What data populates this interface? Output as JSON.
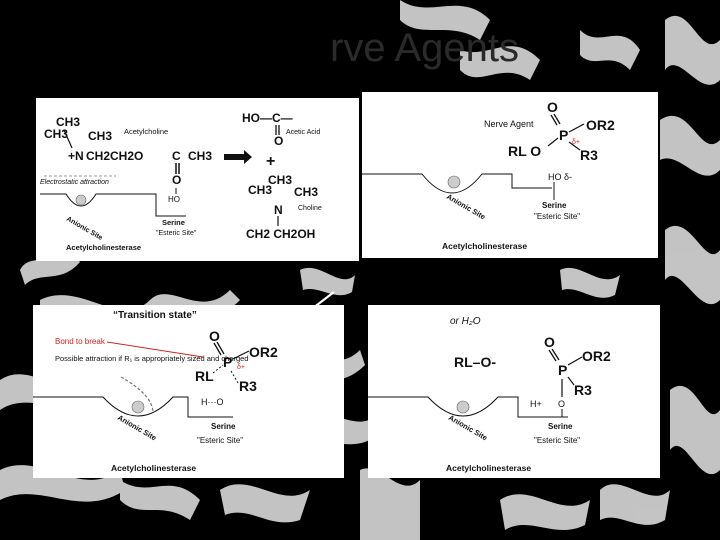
{
  "slide": {
    "title": "rve Agents"
  },
  "panel_tl": {
    "acetylcholine_label": "Acetylcholine",
    "acetic_acid_label": "Acetic Acid",
    "choline_label": "Choline",
    "electrostatic_label": "Electrostatic attraction",
    "serine_label": "Serine",
    "esteric_site_label": "\"Esteric Site\"",
    "ache_label": "Acetylcholinesterase",
    "anionic_site_label": "Anionic Site",
    "ho_label": "HO",
    "ho_c_label": "HO—C—",
    "ch3": "CH3",
    "n_plus": "+N",
    "ch2ch2o": "CH2CH2O",
    "c": "C",
    "o": "O",
    "plus": "+",
    "n": "N",
    "ch2ch2oh": "CH2 CH2OH"
  },
  "panel_tr": {
    "nerve_agent_label": "Nerve Agent",
    "o": "O",
    "p": "P",
    "or2": "OR2",
    "r3": "R3",
    "rl_o": "RL O",
    "delta_plus": "δ+",
    "ho_delta": "HO δ-",
    "serine_label": "Serine",
    "esteric_site_label": "\"Esteric Site\"",
    "anionic_site_label": "Anionic Site",
    "ache_label": "Acetylcholinesterase"
  },
  "panel_bl": {
    "transition_state_label": "“Transition state”",
    "bond_to_break_label": "Bond to break",
    "possible_attraction_label": "Possible attraction if R₁ is appropriately sized and charged",
    "o": "O",
    "p": "P",
    "or2": "OR2",
    "rl": "RL",
    "r3": "R3",
    "delta_plus": "δ+",
    "h_o": "H···O",
    "serine_label": "Serine",
    "esteric_site_label": "\"Esteric Site\"",
    "anionic_site_label": "Anionic Site",
    "ache_label": "Acetylcholinesterase"
  },
  "panel_br": {
    "or_h2o_label": "or H₂O",
    "rl_o": "RL–O-",
    "o": "O",
    "p": "P",
    "or2": "OR2",
    "r3": "R3",
    "h_plus": "H+",
    "o_lower": "O",
    "serine_label": "Serine",
    "esteric_site_label": "\"Esteric Site\"",
    "anionic_site_label": "Anionic Site",
    "ache_label": "Acetylcholinesterase"
  },
  "colors": {
    "background": "#000000",
    "panel": "#ffffff",
    "highlight_red": "#d22222",
    "title_gray": "#2a2a2a"
  }
}
